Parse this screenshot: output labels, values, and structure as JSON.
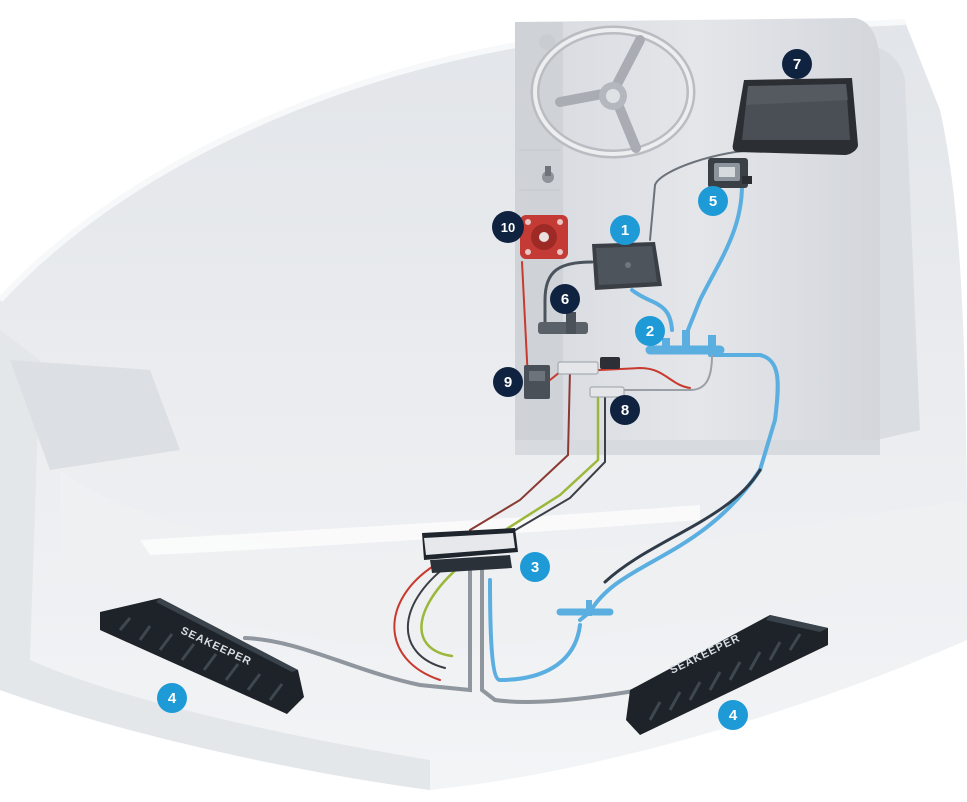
{
  "diagram": {
    "components": [
      {
        "id": "controller",
        "callout": "1"
      },
      {
        "id": "network-t-connector",
        "callout": "2"
      },
      {
        "id": "junction-box",
        "callout": "3"
      },
      {
        "id": "blade-port",
        "callout": "4"
      },
      {
        "id": "blade-starboard",
        "callout": "4"
      },
      {
        "id": "control-switch",
        "callout": "5"
      },
      {
        "id": "power-t-connector",
        "callout": "6"
      },
      {
        "id": "display",
        "callout": "7"
      },
      {
        "id": "bus-bars",
        "callout": "8"
      },
      {
        "id": "breaker",
        "callout": "9"
      },
      {
        "id": "battery-switch",
        "callout": "10"
      }
    ],
    "brand_label": "SEAKEEPER",
    "colors": {
      "callout_blue": "#1e9ad6",
      "callout_navy": "#0f2340",
      "network_cable": "#5aaee0",
      "power_red": "#c8392e",
      "ground_green": "#9bb83a",
      "dark_cable": "#2f3b48",
      "hull": "#e9ebee"
    }
  }
}
